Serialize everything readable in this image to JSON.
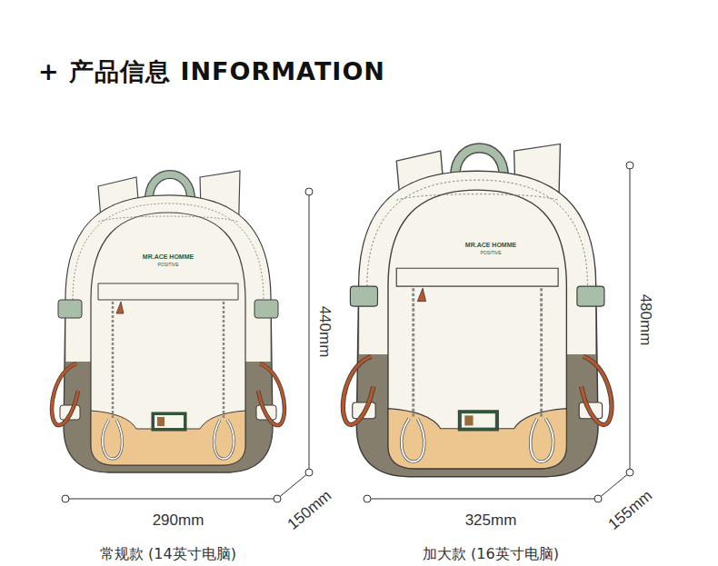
{
  "diagram": {
    "title": "+ 产品信息 INFORMATION",
    "labels": [
      "MR.ACE HOMME",
      "POSITIVE",
      "440mm",
      "290mm",
      "150mm",
      "MR.ACE HOMME",
      "POSITIVE",
      "480mm",
      "325mm",
      "155mm",
      "常规款 (14英寸电脑)",
      "加大款 (16英寸电脑)"
    ]
  }
}
